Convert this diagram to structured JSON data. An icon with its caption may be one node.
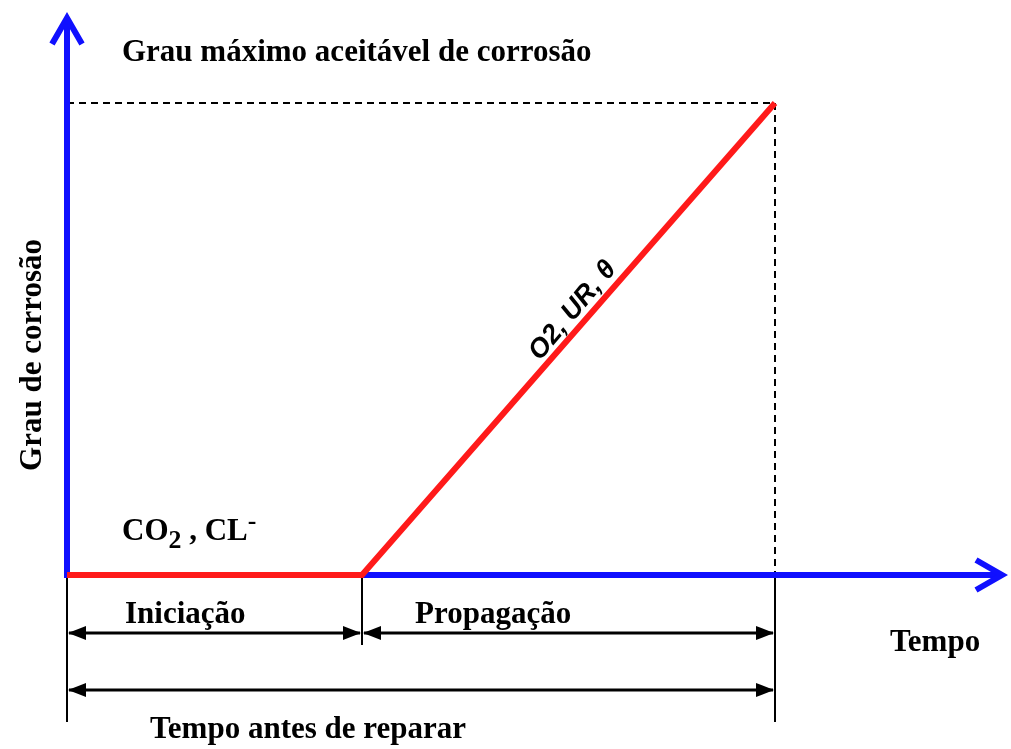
{
  "diagram": {
    "labels": [
      "Grau máximo aceitável de corrosão",
      "Grau de corrosão",
      "CO$_{2}$ , CL$^{-}$",
      "O2, UR, θ",
      "Iniciação",
      "Propagação",
      "Tempo",
      "Tempo antes de reparar"
    ]
  }
}
